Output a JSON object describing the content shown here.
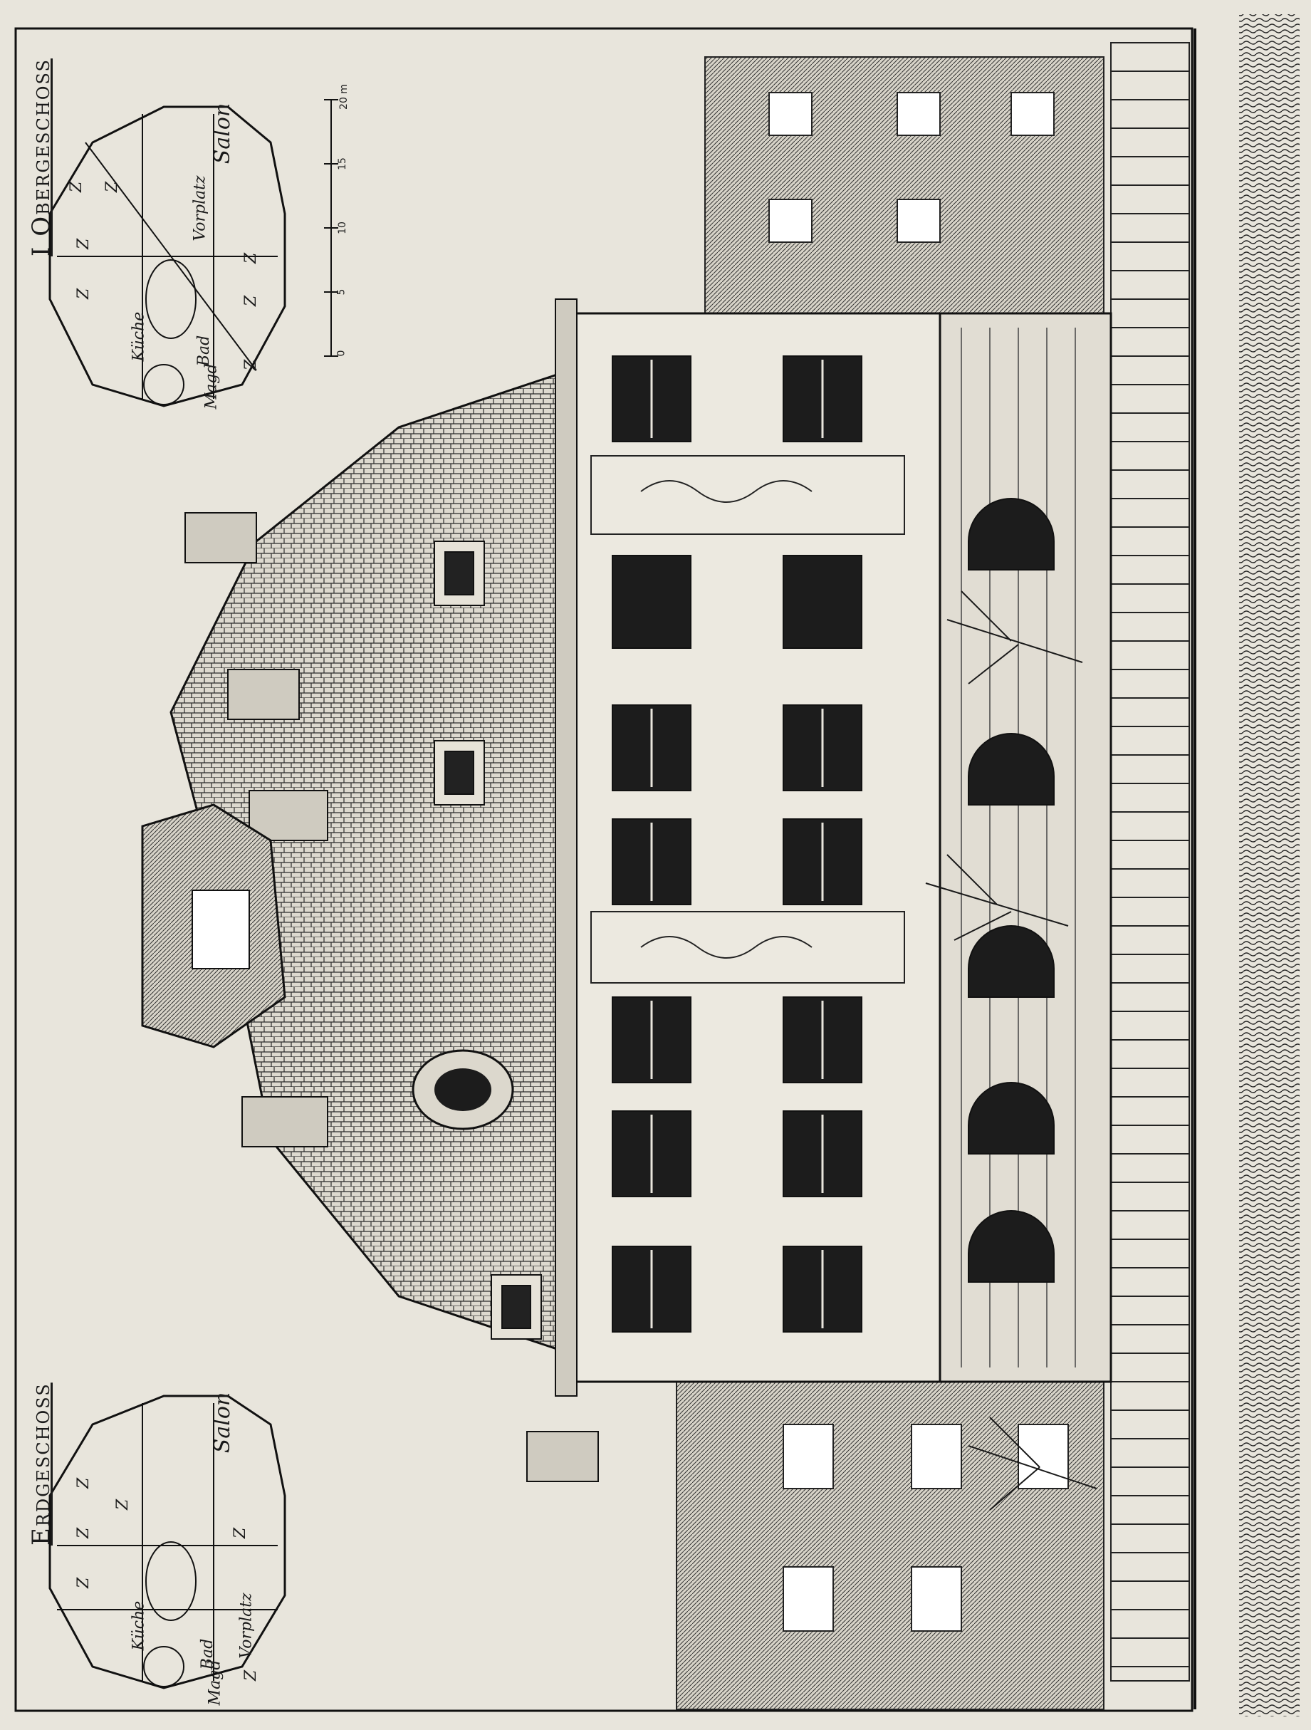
{
  "plans": {
    "ground_floor": {
      "title": "Erdgeschoss",
      "rooms": {
        "salon": "Salon",
        "z1": "Z",
        "z2": "Z",
        "z3": "Z",
        "z4": "Z",
        "z5": "Z",
        "z6": "Z",
        "kueche": "Küche",
        "magd": "Magd",
        "bad": "Bad",
        "vorplatz": "Vorplatz"
      }
    },
    "upper_floor": {
      "title": "I Obergeschoss",
      "rooms": {
        "salon": "Salon",
        "z1": "Z",
        "z2": "Z",
        "z3": "Z",
        "z4": "Z",
        "z5": "Z",
        "z6": "Z",
        "z7": "Z",
        "kueche": "Küche",
        "magd": "Magd",
        "bad": "Bad",
        "vorplatz": "Vorplatz"
      }
    }
  },
  "scale_bar": {
    "ticks": [
      "0",
      "5",
      "10",
      "15",
      "20 m"
    ]
  },
  "colors": {
    "paper": "#e8e5dc",
    "ink": "#1a1a1a"
  }
}
